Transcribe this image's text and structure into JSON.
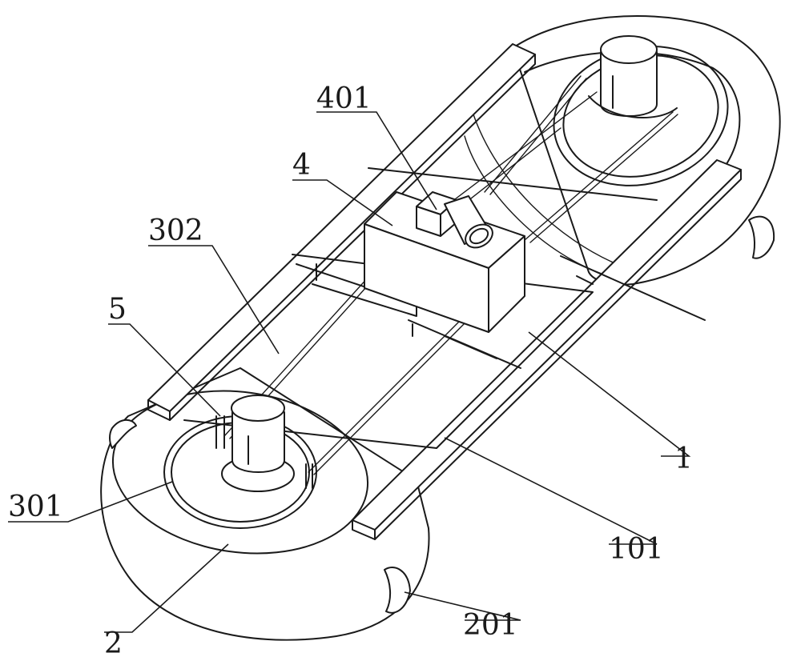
{
  "labels": {
    "part_1": "1",
    "part_101": "101",
    "part_2": "2",
    "part_201": "201",
    "part_301": "301",
    "part_302": "302",
    "part_4": "4",
    "part_401": "401",
    "part_5": "5"
  }
}
